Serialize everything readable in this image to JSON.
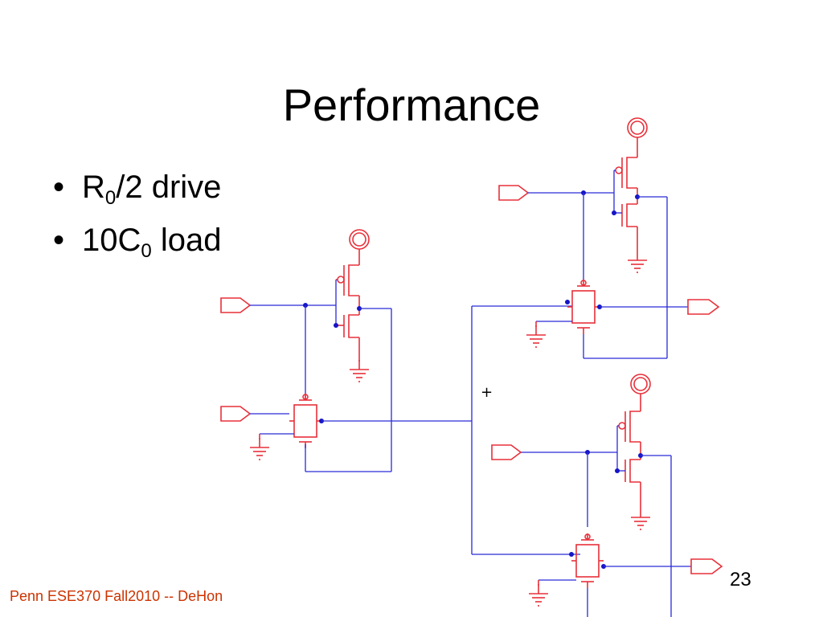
{
  "slide": {
    "title": "Performance",
    "bullets": [
      {
        "main": "R",
        "sub": "0",
        "rest": "/2 drive"
      },
      {
        "main": "10C",
        "sub": "0",
        "rest": " load"
      }
    ],
    "footer": "Penn ESE370 Fall2010 -- DeHon",
    "page_number": "23",
    "plus_mark": "+"
  },
  "schematic": {
    "wire_color": "#2a2ad8",
    "component_color": "#e8303a",
    "icons": [
      "vdd-symbol",
      "ground-symbol",
      "pmos-transistor",
      "nmos-transistor",
      "pass-gate",
      "input-pin",
      "output-pin"
    ]
  }
}
